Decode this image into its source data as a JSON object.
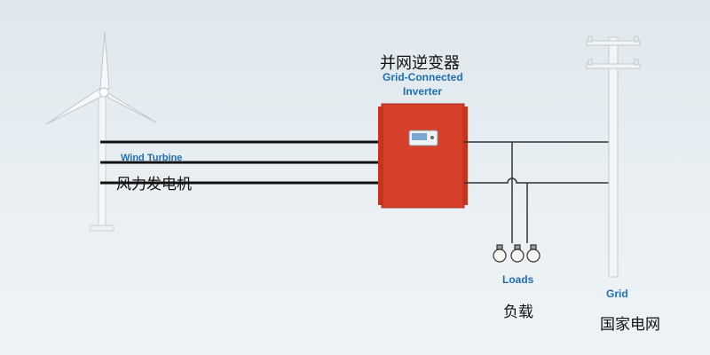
{
  "inverter": {
    "title_cn": "并网逆变器",
    "title_en_line1": "Grid-Connected",
    "title_en_line2": "Inverter",
    "body_color": "#d63f2a"
  },
  "wind_turbine": {
    "label_en": "Wind Turbine",
    "label_cn": "风力发电机"
  },
  "loads": {
    "label_en": "Loads",
    "label_cn": "负载",
    "bulb_count": 3
  },
  "grid": {
    "label_en": "Grid",
    "label_cn": "国家电网"
  },
  "colors": {
    "label_blue": "#1e6fb5",
    "wire": "#222222",
    "pole": "#f2f4f5"
  }
}
